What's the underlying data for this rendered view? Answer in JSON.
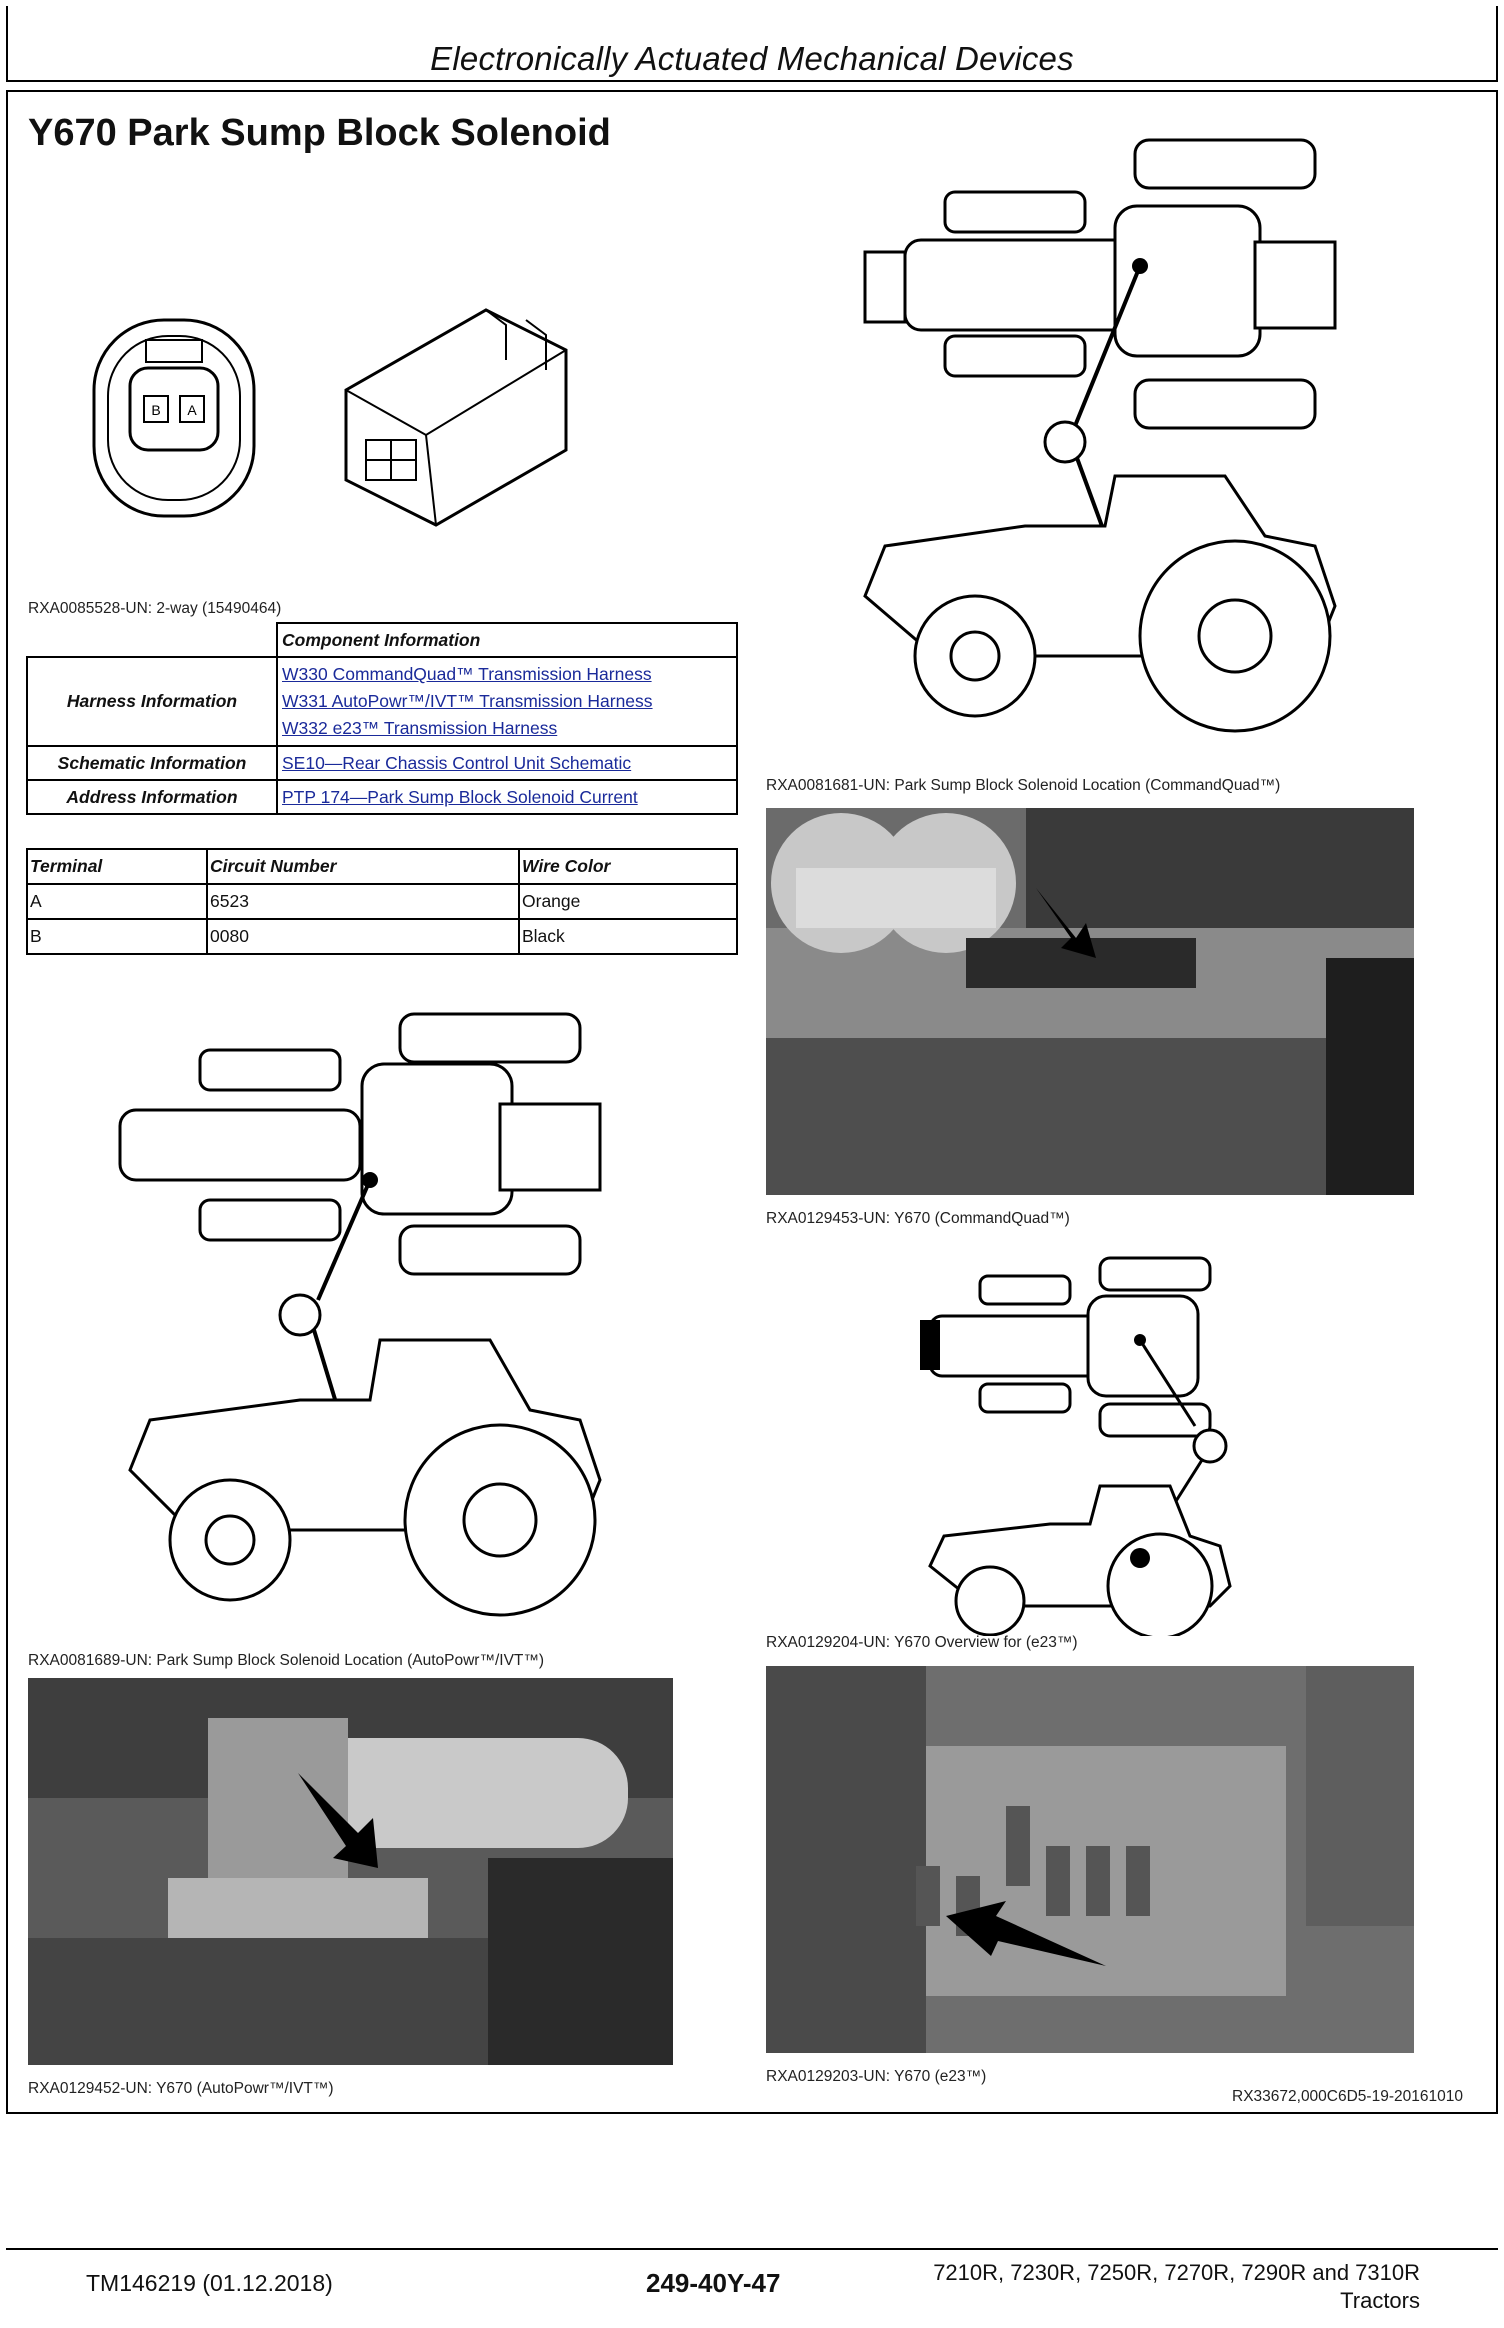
{
  "header": {
    "title": "Electronically Actuated Mechanical Devices"
  },
  "section": {
    "title": "Y670 Park Sump Block Solenoid"
  },
  "connector": {
    "caption": "RXA0085528-UN: 2-way (15490464)",
    "pin_labels": [
      "B",
      "A"
    ]
  },
  "component_table": {
    "header": "Component Information",
    "harness_label": "Harness Information",
    "harness_links": [
      "W330 CommandQuad™ Transmission Harness",
      "W331 AutoPowr™/IVT™ Transmission Harness",
      "W332 e23™ Transmission Harness"
    ],
    "schematic_label": "Schematic Information",
    "schematic_link": "SE10—Rear Chassis Control Unit Schematic",
    "address_label": "Address Information",
    "address_link": "PTP 174—Park Sump Block Solenoid Current"
  },
  "terminal_table": {
    "headers": [
      "Terminal",
      "Circuit Number",
      "Wire Color"
    ],
    "rows": [
      [
        "A",
        "6523",
        "Orange"
      ],
      [
        "B",
        "0080",
        "Black"
      ]
    ]
  },
  "figures": {
    "commandquad_location": "RXA0081681-UN: Park Sump Block Solenoid Location (CommandQuad™)",
    "commandquad_photo": "RXA0129453-UN: Y670 (CommandQuad™)",
    "autopowr_location": "RXA0081689-UN: Park Sump Block Solenoid Location (AutoPowr™/IVT™)",
    "e23_overview": "RXA0129204-UN: Y670 Overview for (e23™)",
    "autopowr_photo": "RXA0129452-UN: Y670 (AutoPowr™/IVT™)",
    "e23_photo": "RXA0129203-UN: Y670 (e23™)",
    "doc_id": "RX33672,000C6D5-19-20161010"
  },
  "footer": {
    "manual": "TM146219 (01.12.2018)",
    "page": "249-40Y-47",
    "models": "7210R, 7230R, 7250R, 7270R, 7290R and 7310R",
    "type": "Tractors"
  }
}
